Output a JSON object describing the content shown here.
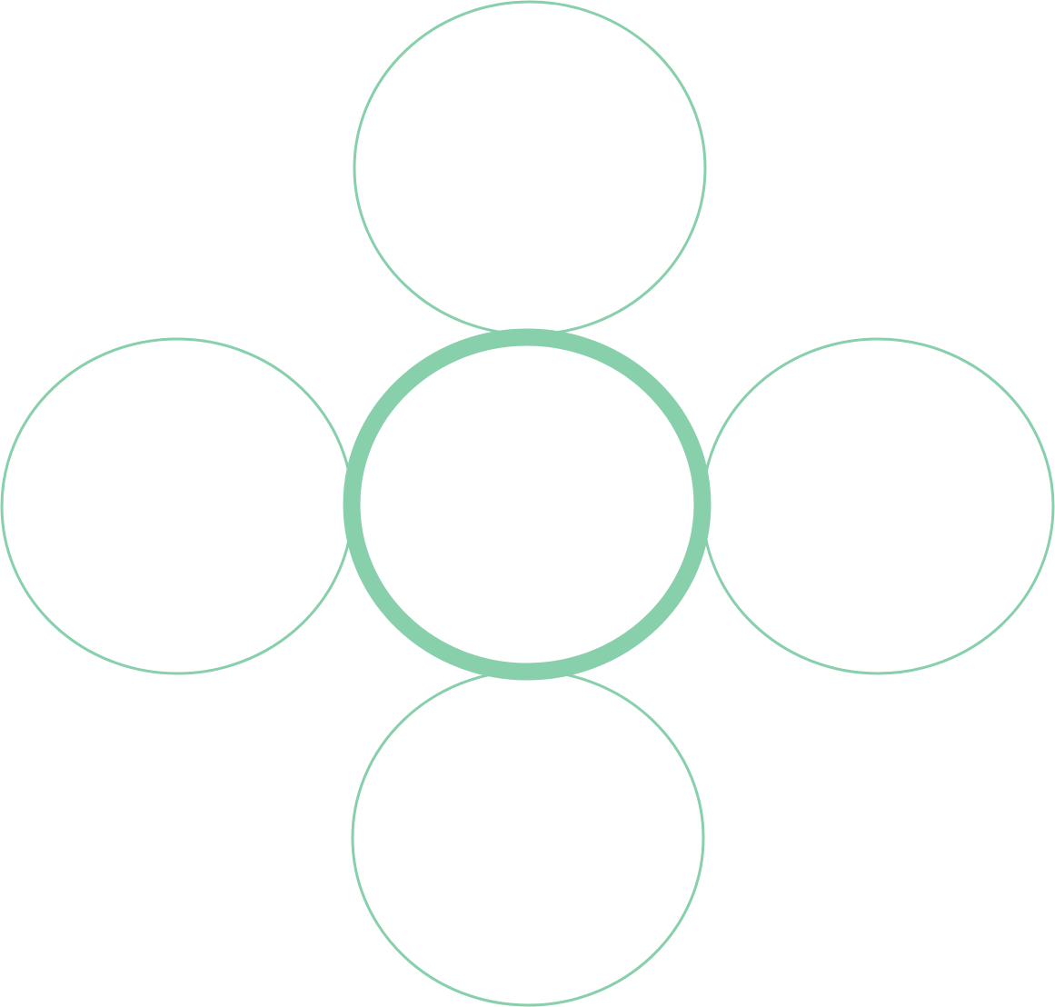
{
  "diagram": {
    "type": "radial-cycle",
    "accent_color": "#88cfac",
    "background_color": "#ffffff",
    "center_node": {
      "label": ""
    },
    "outer_nodes": [
      {
        "position": "top",
        "label": ""
      },
      {
        "position": "left",
        "label": ""
      },
      {
        "position": "right",
        "label": ""
      },
      {
        "position": "bottom",
        "label": ""
      }
    ]
  }
}
